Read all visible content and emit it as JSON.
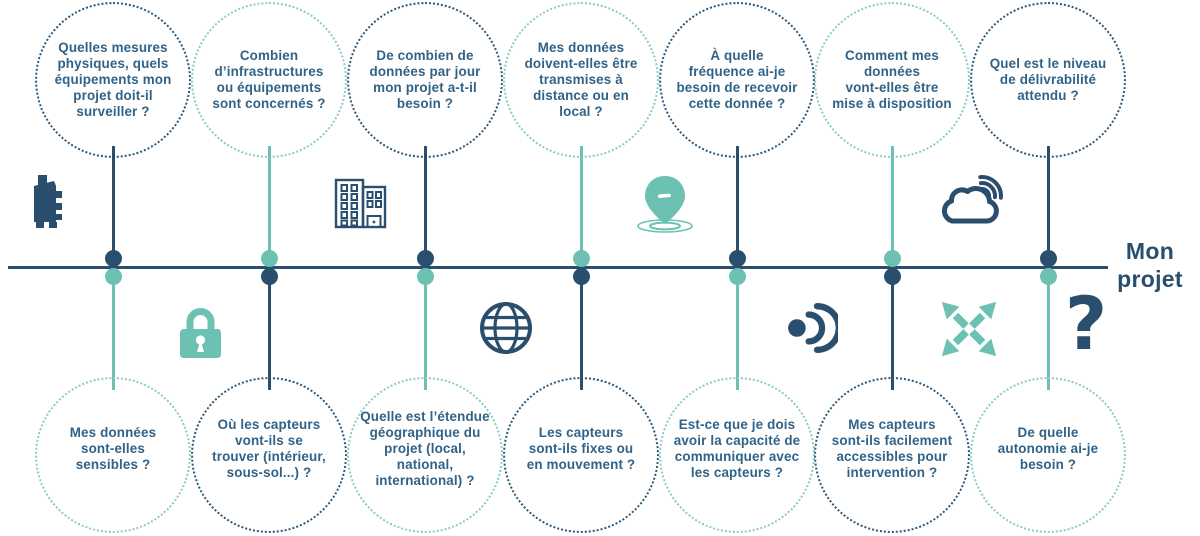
{
  "palette": {
    "navy": "#2a4f6e",
    "teal": "#6cc1b2",
    "text_navy": "#316287"
  },
  "project_label": "Mon\nprojet",
  "icons": {
    "question_glyph": "?",
    "names": [
      "sensor-device-icon",
      "lock-icon",
      "building-icon",
      "globe-icon",
      "location-pin-icon",
      "broadcast-signal-icon",
      "cloud-connected-icon",
      "expand-arrows-icon",
      "question-mark-icon"
    ]
  },
  "columns": [
    {
      "top": {
        "accent": "navy",
        "text": "Quelles mesures\nphysiques, quels\néquipements mon\nprojet doit-il\nsurveiller ?"
      },
      "bottom": {
        "accent": "teal",
        "text": "Mes données\nsont-elles\nsensibles ?"
      }
    },
    {
      "top": {
        "accent": "teal",
        "text": "Combien\nd’infrastructures\nou équipements\nsont concernés ?"
      },
      "bottom": {
        "accent": "navy",
        "text": "Où les capteurs\nvont-ils se\ntrouver (intérieur,\nsous-sol...) ?"
      }
    },
    {
      "top": {
        "accent": "navy",
        "text": "De combien de\ndonnées par jour\nmon projet a-t-il\nbesoin ?"
      },
      "bottom": {
        "accent": "teal",
        "text": "Quelle est l’étendue\ngéographique du\nprojet (local,\nnational,\ninternational) ?"
      }
    },
    {
      "top": {
        "accent": "teal",
        "text": "Mes données\ndoivent-elles être\ntransmises à\ndistance ou en\nlocal ?"
      },
      "bottom": {
        "accent": "navy",
        "text": "Les capteurs\nsont-ils fixes ou\nen mouvement ?"
      }
    },
    {
      "top": {
        "accent": "navy",
        "text": "À quelle\nfréquence ai-je\nbesoin de recevoir\ncette donnée ?"
      },
      "bottom": {
        "accent": "teal",
        "text": "Est-ce que je dois\navoir la capacité de\ncommuniquer avec\nles capteurs ?"
      }
    },
    {
      "top": {
        "accent": "teal",
        "text": "Comment mes\ndonnées\nvont-elles être\nmise à disposition"
      },
      "bottom": {
        "accent": "navy",
        "text": "Mes capteurs\nsont-ils facilement\naccessibles pour\nintervention ?"
      }
    },
    {
      "top": {
        "accent": "navy",
        "text": "Quel est le niveau\nde délivrabilité\nattendu ?"
      },
      "bottom": {
        "accent": "teal",
        "text": "De quelle\nautonomie ai-je\nbesoin ?"
      }
    }
  ]
}
